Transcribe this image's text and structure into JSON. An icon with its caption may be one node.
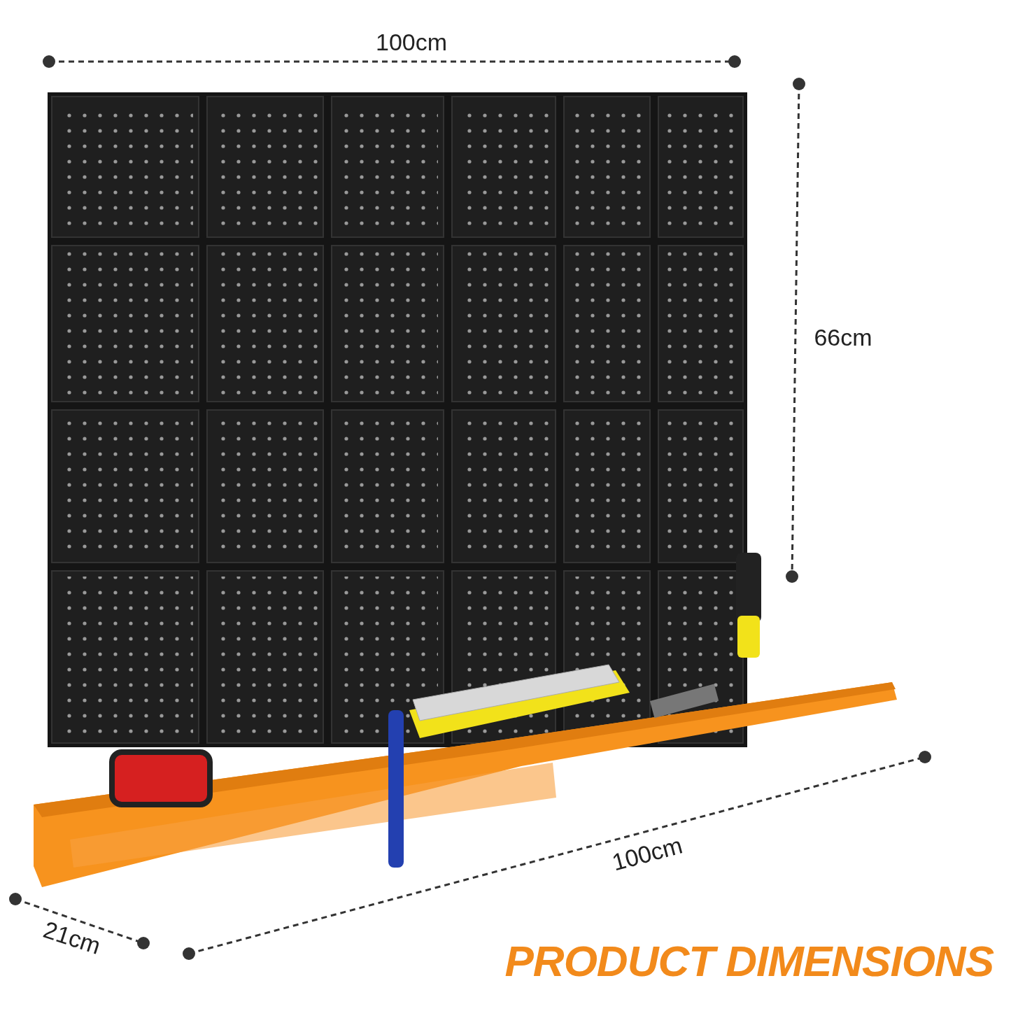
{
  "diagram": {
    "title": "PRODUCT DIMENSIONS",
    "labels": [
      "100cm",
      "66cm",
      "100cm",
      "21cm"
    ]
  }
}
